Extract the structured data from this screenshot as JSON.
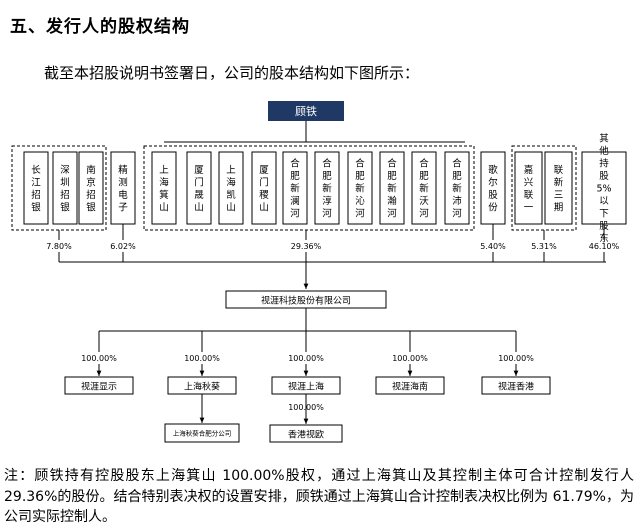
{
  "section_heading": "五、发行人的股权结构",
  "intro_text": "截至本招股说明书签署日，公司的股本结构如下图所示：",
  "top_holder": "顾铁",
  "shareholders": [
    {
      "name": "长江招银"
    },
    {
      "name": "深圳招银"
    },
    {
      "name": "南京招银"
    },
    {
      "name": "精测电子"
    },
    {
      "name": "上海箕山"
    },
    {
      "name": "厦门晟山"
    },
    {
      "name": "上海凯山"
    },
    {
      "name": "厦门稷山"
    },
    {
      "name": "合肥新澜河"
    },
    {
      "name": "合肥新淳河"
    },
    {
      "name": "合肥新沁河"
    },
    {
      "name": "合肥新瀚河"
    },
    {
      "name": "合肥新沃河"
    },
    {
      "name": "合肥新沛河"
    },
    {
      "name": "歌尔股份"
    },
    {
      "name": "嘉兴联一"
    },
    {
      "name": "联新三期"
    },
    {
      "name": "其他持股5%以下股东"
    }
  ],
  "group_percentages": [
    {
      "label": "7.80%"
    },
    {
      "label": "6.02%"
    },
    {
      "label": "29.36%"
    },
    {
      "label": "5.40%"
    },
    {
      "label": "5.31%"
    },
    {
      "label": "46.10%"
    }
  ],
  "company": "视涯科技股份有限公司",
  "subsidiaries": [
    {
      "name": "视涯显示",
      "pct": "100.00%"
    },
    {
      "name": "上海秋葵",
      "pct": "100.00%"
    },
    {
      "name": "视涯上海",
      "pct": "100.00%"
    },
    {
      "name": "视涯海南",
      "pct": "100.00%"
    },
    {
      "name": "视涯香港",
      "pct": "100.00%"
    }
  ],
  "branch": {
    "name": "上海秋葵合肥分公司"
  },
  "second_level": {
    "name": "香港视欧",
    "pct": "100.00%"
  },
  "note": "注：顾铁持有控股股东上海箕山 100.00%股权，通过上海箕山及其控制主体可合计控制发行人 29.36%的股份。结合特别表决权的设置安排，顾铁通过上海箕山合计控制表决权比例为 61.79%，为公司实际控制人。",
  "colors": {
    "top_box_fill": "#1f3864",
    "top_box_text": "#ffffff",
    "line": "#000000"
  }
}
